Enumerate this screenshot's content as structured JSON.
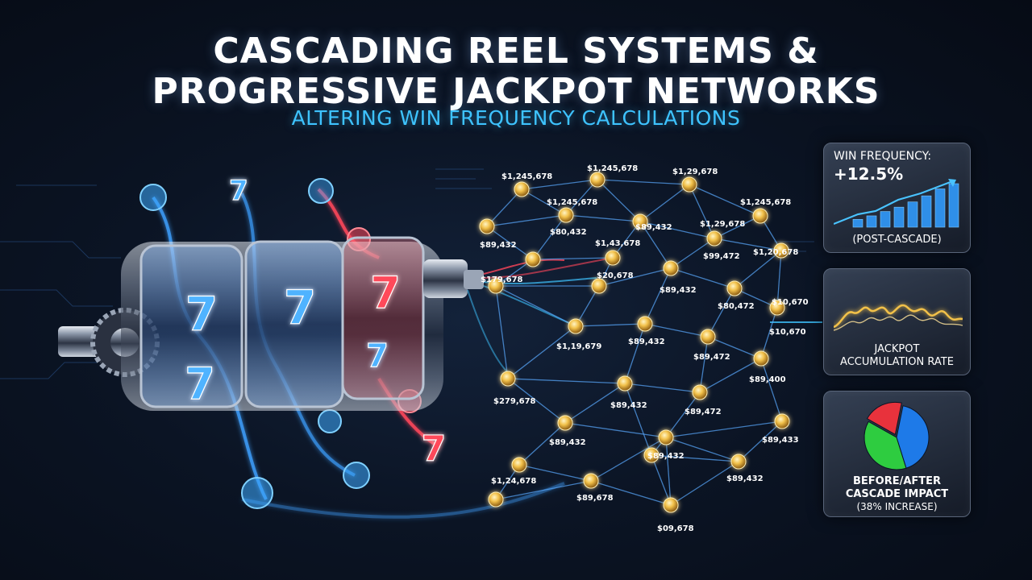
{
  "header": {
    "title_line_1": "CASCADING REEL SYSTEMS &",
    "title_line_2": "PROGRESSIVE JACKPOT NETWORKS",
    "subtitle": "ALTERING WIN FREQUENCY CALCULATIONS"
  },
  "reels": {
    "symbols": [
      "7",
      "7",
      "7",
      "7",
      "7",
      "7",
      "7"
    ]
  },
  "network": {
    "labels": [
      "$1,245,678",
      "$1,245,678",
      "$1,29,678",
      "$1,245,678",
      "$1,245,678",
      "$89,432",
      "$80,432",
      "$89,432",
      "$1,29,678",
      "$1,43,678",
      "$99,472",
      "$1,20,678",
      "$179,678",
      "$20,678",
      "$89,432",
      "$80,472",
      "$10,670",
      "$1,19,679",
      "$89,432",
      "$89,472",
      "$10,670",
      "$89,400",
      "$279,678",
      "$89,432",
      "$89,472",
      "$89,432",
      "$89,433",
      "$89,432",
      "$1,24,678",
      "$89,678",
      "$09,678",
      "$89,432"
    ]
  },
  "panels": {
    "win_frequency": {
      "title": "WIN FREQUENCY:",
      "value": "+12.5%",
      "caption": "(POST-CASCADE)",
      "bars": [
        0.18,
        0.26,
        0.36,
        0.46,
        0.58,
        0.72,
        0.88,
        1.0
      ]
    },
    "jackpot": {
      "caption_line_1": "JACKPOT",
      "caption_line_2": "ACCUMULATION RATE"
    },
    "impact": {
      "caption_line_1": "BEFORE/AFTER",
      "caption_line_2": "CASCADE IMPACT",
      "caption_line_3": "(38% INCREASE)",
      "pie": [
        {
          "fraction": 0.42,
          "color": "#1e7ae8"
        },
        {
          "fraction": 0.38,
          "color": "#2ecc40"
        },
        {
          "fraction": 0.2,
          "color": "#e8323c"
        }
      ]
    }
  },
  "colors": {
    "accent_blue": "#3ec3ff",
    "accent_red": "#ff3b4a",
    "gold": "#f2c14a"
  }
}
